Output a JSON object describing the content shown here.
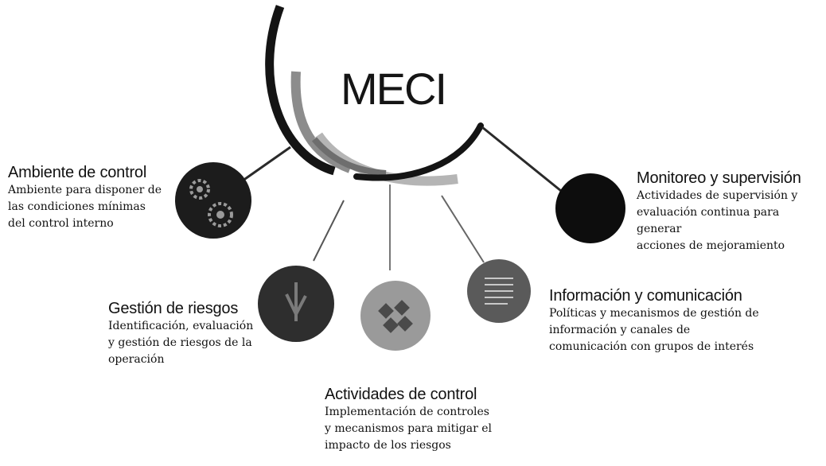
{
  "diagram": {
    "title": "MECI",
    "components": [
      {
        "id": "ambiente",
        "title": "Ambiente de control",
        "description_lines": [
          "Ambiente para disponer de",
          "las condiciones mínimas",
          "del control interno"
        ],
        "icon": "gears-icon",
        "node_color": "#1c1c1c"
      },
      {
        "id": "gestion",
        "title": "Gestión de riesgos",
        "description_lines": [
          "Identificación, evaluación",
          "y gestión de riesgos de la",
          "operación"
        ],
        "icon": "risk-icon",
        "node_color": "#2e2e2e"
      },
      {
        "id": "actividades",
        "title": "Actividades de control",
        "description_lines": [
          "Implementación de controles",
          "y mecanismos para mitigar el",
          "impacto de los riesgos"
        ],
        "icon": "puzzle-icon",
        "node_color": "#9a9a9a"
      },
      {
        "id": "informacion",
        "title": "Información y comunicación",
        "description_lines": [
          "Políticas y mecanismos de gestión de",
          "información y canales de",
          "comunicación con grupos de interés"
        ],
        "icon": "document-icon",
        "node_color": "#5a5a5a"
      },
      {
        "id": "monitoreo",
        "title": "Monitoreo y supervisión",
        "description_lines": [
          "Actividades de supervisión y",
          "evaluación continua para generar",
          "acciones de mejoramiento"
        ],
        "icon": "none",
        "node_color": "#0d0d0d"
      }
    ],
    "arc_colors": [
      "#141414",
      "#8c8c8c",
      "#b5b5b5",
      "#6e6e6e"
    ]
  }
}
